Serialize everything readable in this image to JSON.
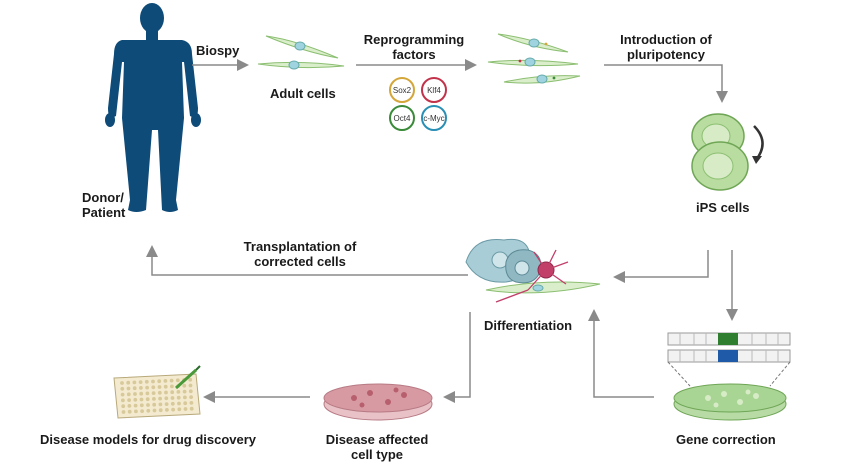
{
  "labels": {
    "donor": [
      "Donor/",
      "Patient"
    ],
    "biospy": "Biospy",
    "adult_cells": "Adult cells",
    "reprogramming": [
      "Reprogramming",
      "factors"
    ],
    "pluripotency": [
      "Introduction of",
      "pluripotency"
    ],
    "ips_cells": "iPS cells",
    "transplantation": [
      "Transplantation of",
      "corrected cells"
    ],
    "differentiation": "Differentiation",
    "gene_correction": "Gene correction",
    "disease_cell_type": [
      "Disease affected",
      "cell type"
    ],
    "disease_models": "Disease models for drug discovery"
  },
  "factors": [
    "Sox2",
    "Klf4",
    "Oct4",
    "c-Myc"
  ],
  "colors": {
    "body": "#0f4b78",
    "arrow": "#8a8a8a",
    "cell_fill": "#dbeecc",
    "cell_stroke": "#8cbf72",
    "nucleus": "#9fd3e0",
    "ips_fill": "#b9dca0",
    "dish_red": "#d89aa2",
    "dish_green": "#a8d494",
    "dna_green": "#2f7d2f",
    "dna_blue": "#1e5aa8",
    "factor_rings": [
      "#d4a63a",
      "#c2334b",
      "#3a8a3a",
      "#2a8fb5"
    ]
  }
}
